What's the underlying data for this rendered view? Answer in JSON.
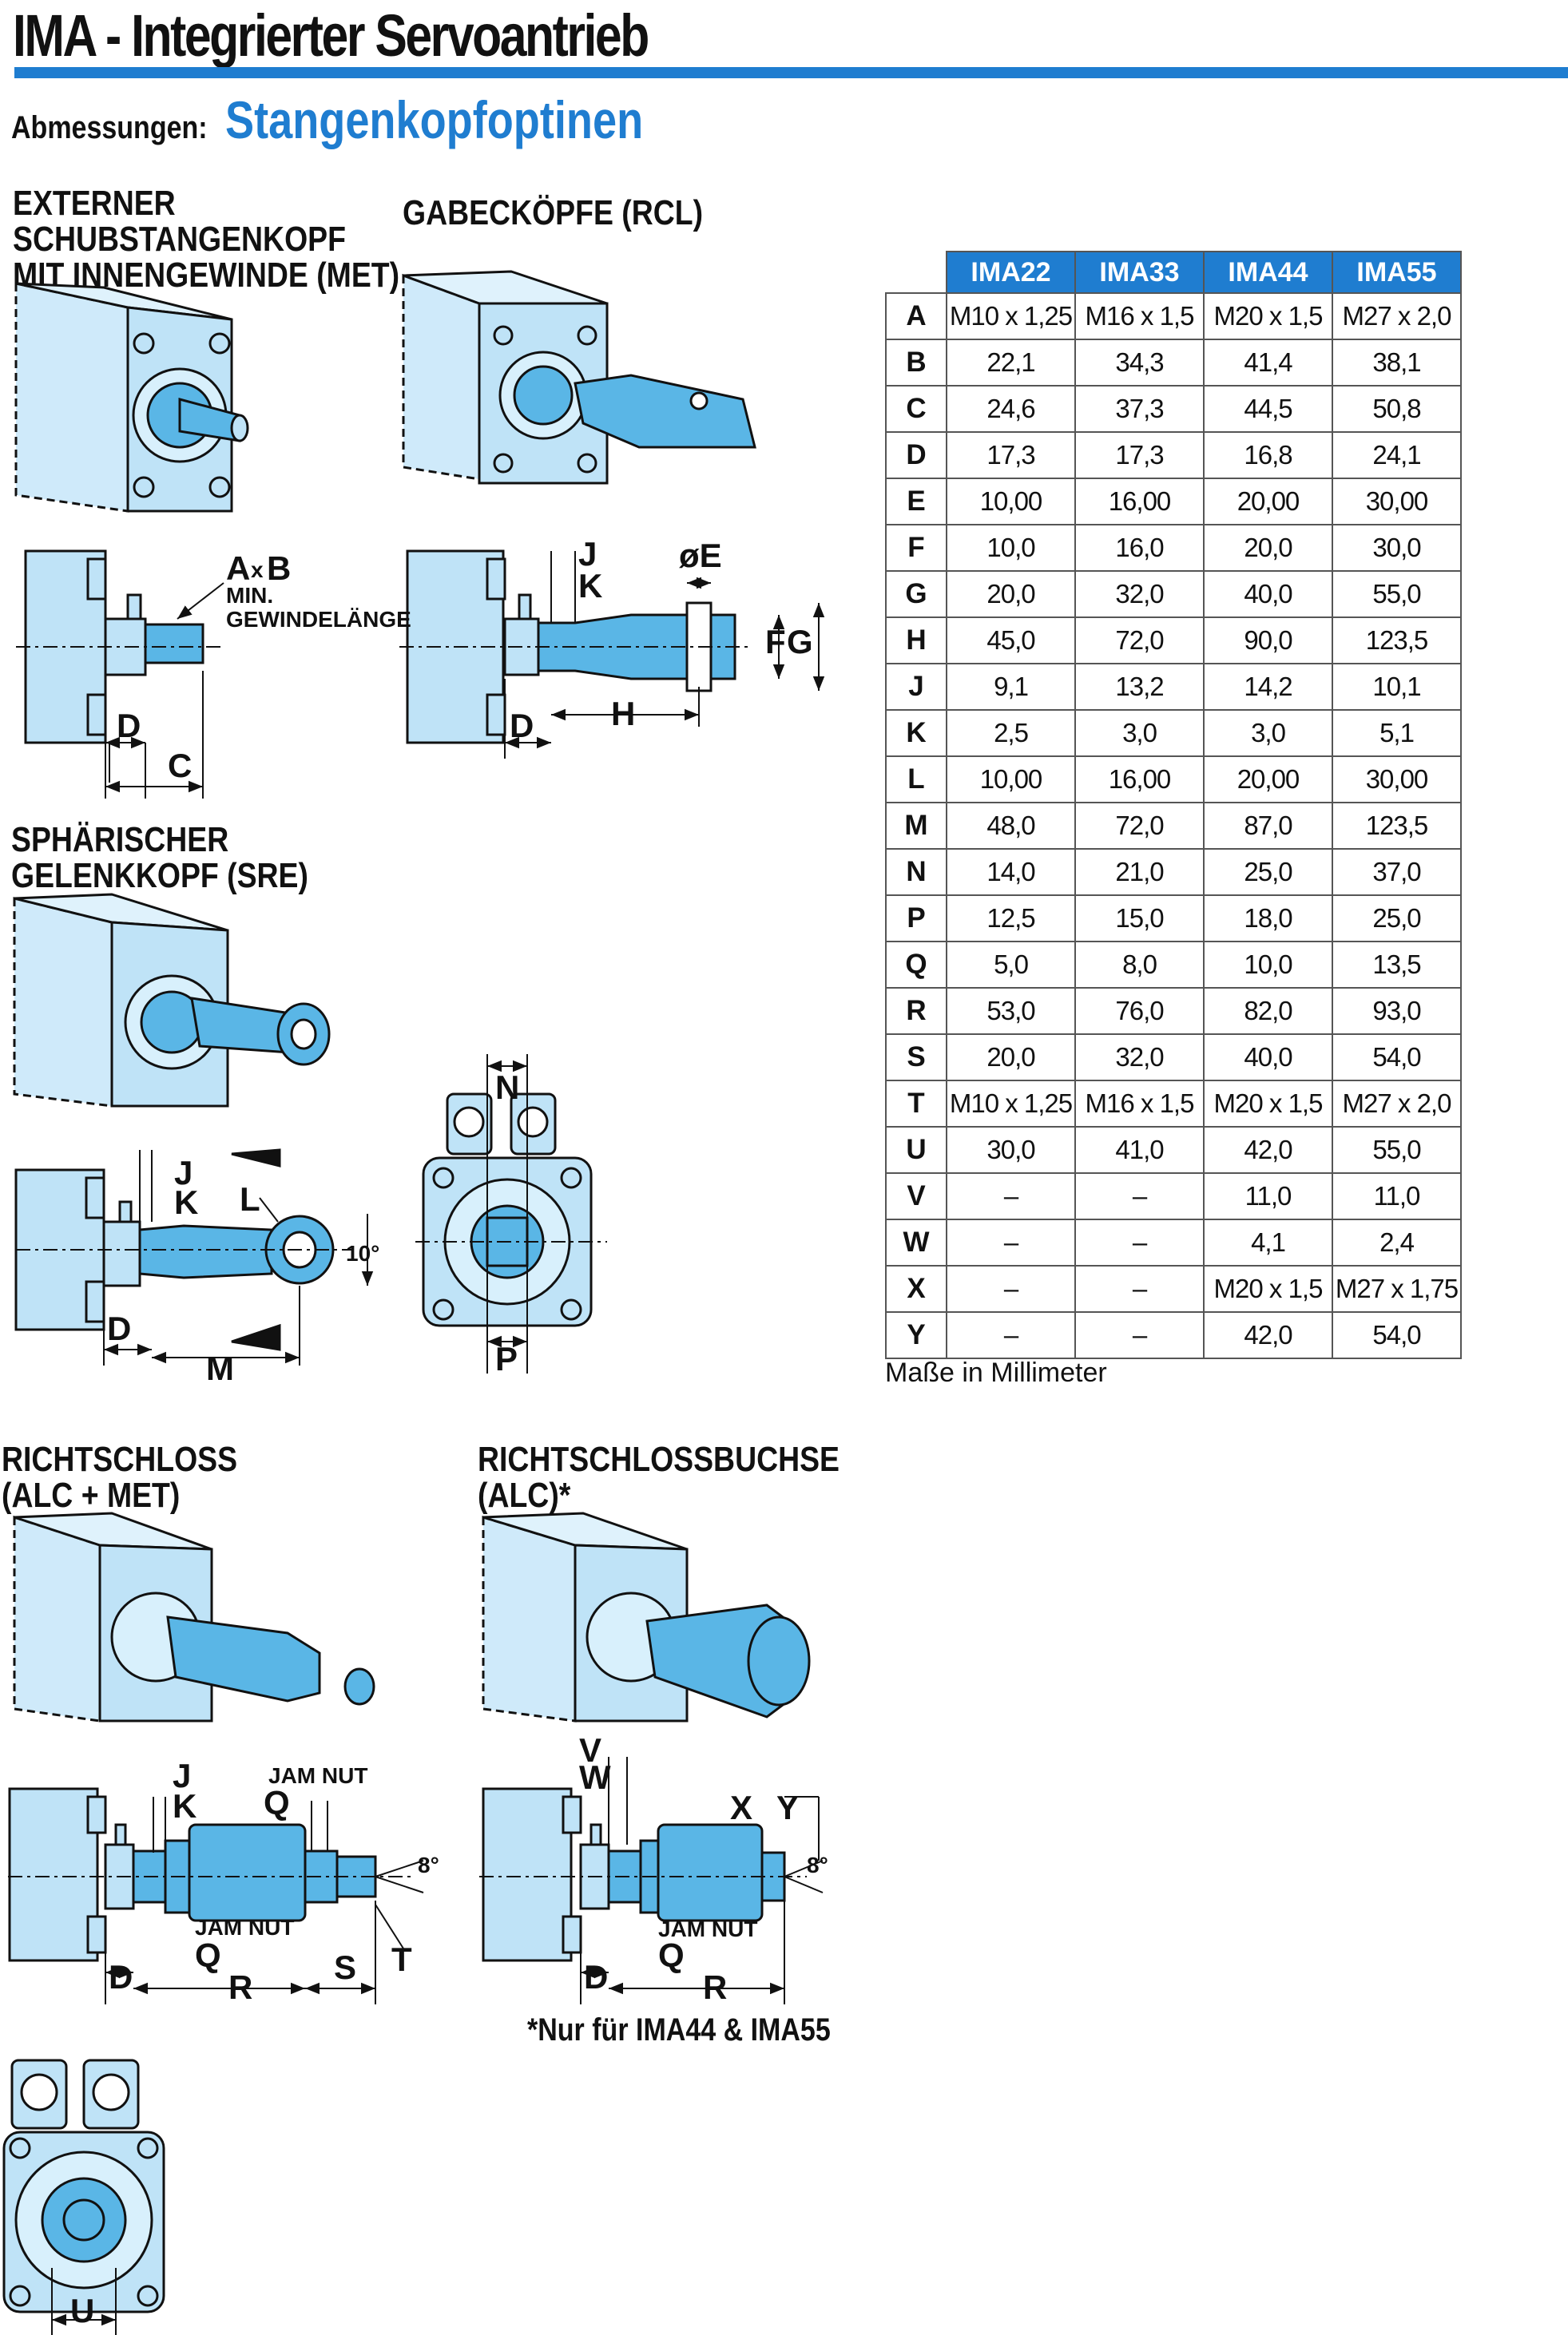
{
  "title": "IMA - Integrierter Servoantrieb",
  "subtitle": {
    "label": "Abmessungen:",
    "value": "Stangenkopfoptinen"
  },
  "sections": {
    "met": [
      "EXTERNER",
      "SCHUBSTANGENKOPF",
      "MIT INNENGEWINDE (MET)"
    ],
    "rcl": "GABECKÖPFE (RCL)",
    "sre": [
      "SPHÄRISCHER",
      "GELENKKOPF (SRE)"
    ],
    "alc_met": [
      "RICHTSCHLOSS",
      "(ALC + MET)"
    ],
    "alc": [
      "RICHTSCHLOSSBUCHSE",
      "(ALC)*"
    ]
  },
  "footnote": "*Nur für IMA44 & IMA55",
  "labels": {
    "met_a": "A",
    "met_x": "x",
    "met_b": "B",
    "met_min": "MIN.",
    "met_gewinde": "GEWINDELÄNGE",
    "met_d": "D",
    "met_c": "C",
    "rcl_j": "J",
    "rcl_k": "K",
    "rcl_e": "øE",
    "rcl_f": "F",
    "rcl_g": "G",
    "rcl_d": "D",
    "rcl_h": "H",
    "sre_j": "J",
    "sre_k": "K",
    "sre_l": "L",
    "sre_d": "D",
    "sre_m": "M",
    "sre_angle": "10°",
    "front_n": "N",
    "front_p": "P",
    "am_j": "J",
    "am_k": "K",
    "am_jam_top": "JAM NUT",
    "am_q_top": "Q",
    "am_angle": "8°",
    "am_jam_bottom": "JAM NUT",
    "am_q": "Q",
    "am_d": "D",
    "am_r": "R",
    "am_s": "S",
    "am_t": "T",
    "alc_v": "V",
    "alc_w": "W",
    "alc_x": "X",
    "alc_y": "Y",
    "alc_angle": "8°",
    "alc_jam": "JAM NUT",
    "alc_q": "Q",
    "alc_d": "D",
    "alc_r": "R",
    "bottom_u": "U"
  },
  "table": {
    "columns": [
      "IMA22",
      "IMA33",
      "IMA44",
      "IMA55"
    ],
    "rows": [
      {
        "label": "A",
        "values": [
          "M10 x 1,25",
          "M16 x 1,5",
          "M20 x 1,5",
          "M27 x 2,0"
        ]
      },
      {
        "label": "B",
        "values": [
          "22,1",
          "34,3",
          "41,4",
          "38,1"
        ]
      },
      {
        "label": "C",
        "values": [
          "24,6",
          "37,3",
          "44,5",
          "50,8"
        ]
      },
      {
        "label": "D",
        "values": [
          "17,3",
          "17,3",
          "16,8",
          "24,1"
        ]
      },
      {
        "label": "E",
        "values": [
          "10,00",
          "16,00",
          "20,00",
          "30,00"
        ]
      },
      {
        "label": "F",
        "values": [
          "10,0",
          "16,0",
          "20,0",
          "30,0"
        ]
      },
      {
        "label": "G",
        "values": [
          "20,0",
          "32,0",
          "40,0",
          "55,0"
        ]
      },
      {
        "label": "H",
        "values": [
          "45,0",
          "72,0",
          "90,0",
          "123,5"
        ]
      },
      {
        "label": "J",
        "values": [
          "9,1",
          "13,2",
          "14,2",
          "10,1"
        ]
      },
      {
        "label": "K",
        "values": [
          "2,5",
          "3,0",
          "3,0",
          "5,1"
        ]
      },
      {
        "label": "L",
        "values": [
          "10,00",
          "16,00",
          "20,00",
          "30,00"
        ]
      },
      {
        "label": "M",
        "values": [
          "48,0",
          "72,0",
          "87,0",
          "123,5"
        ]
      },
      {
        "label": "N",
        "values": [
          "14,0",
          "21,0",
          "25,0",
          "37,0"
        ]
      },
      {
        "label": "P",
        "values": [
          "12,5",
          "15,0",
          "18,0",
          "25,0"
        ]
      },
      {
        "label": "Q",
        "values": [
          "5,0",
          "8,0",
          "10,0",
          "13,5"
        ]
      },
      {
        "label": "R",
        "values": [
          "53,0",
          "76,0",
          "82,0",
          "93,0"
        ]
      },
      {
        "label": "S",
        "values": [
          "20,0",
          "32,0",
          "40,0",
          "54,0"
        ]
      },
      {
        "label": "T",
        "values": [
          "M10 x 1,25",
          "M16 x 1,5",
          "M20 x 1,5",
          "M27 x 2,0"
        ]
      },
      {
        "label": "U",
        "values": [
          "30,0",
          "41,0",
          "42,0",
          "55,0"
        ]
      },
      {
        "label": "V",
        "values": [
          "–",
          "–",
          "11,0",
          "11,0"
        ]
      },
      {
        "label": "W",
        "values": [
          "–",
          "–",
          "4,1",
          "2,4"
        ]
      },
      {
        "label": "X",
        "values": [
          "–",
          "–",
          "M20 x 1,5",
          "M27 x 1,75"
        ]
      },
      {
        "label": "Y",
        "values": [
          "–",
          "–",
          "42,0",
          "54,0"
        ]
      }
    ],
    "unit_note": "Maße in Millimeter"
  },
  "colors": {
    "accent": "#1f7dd0",
    "part_fill": "#bfe3f7",
    "part_dark": "#5ab6e6"
  }
}
